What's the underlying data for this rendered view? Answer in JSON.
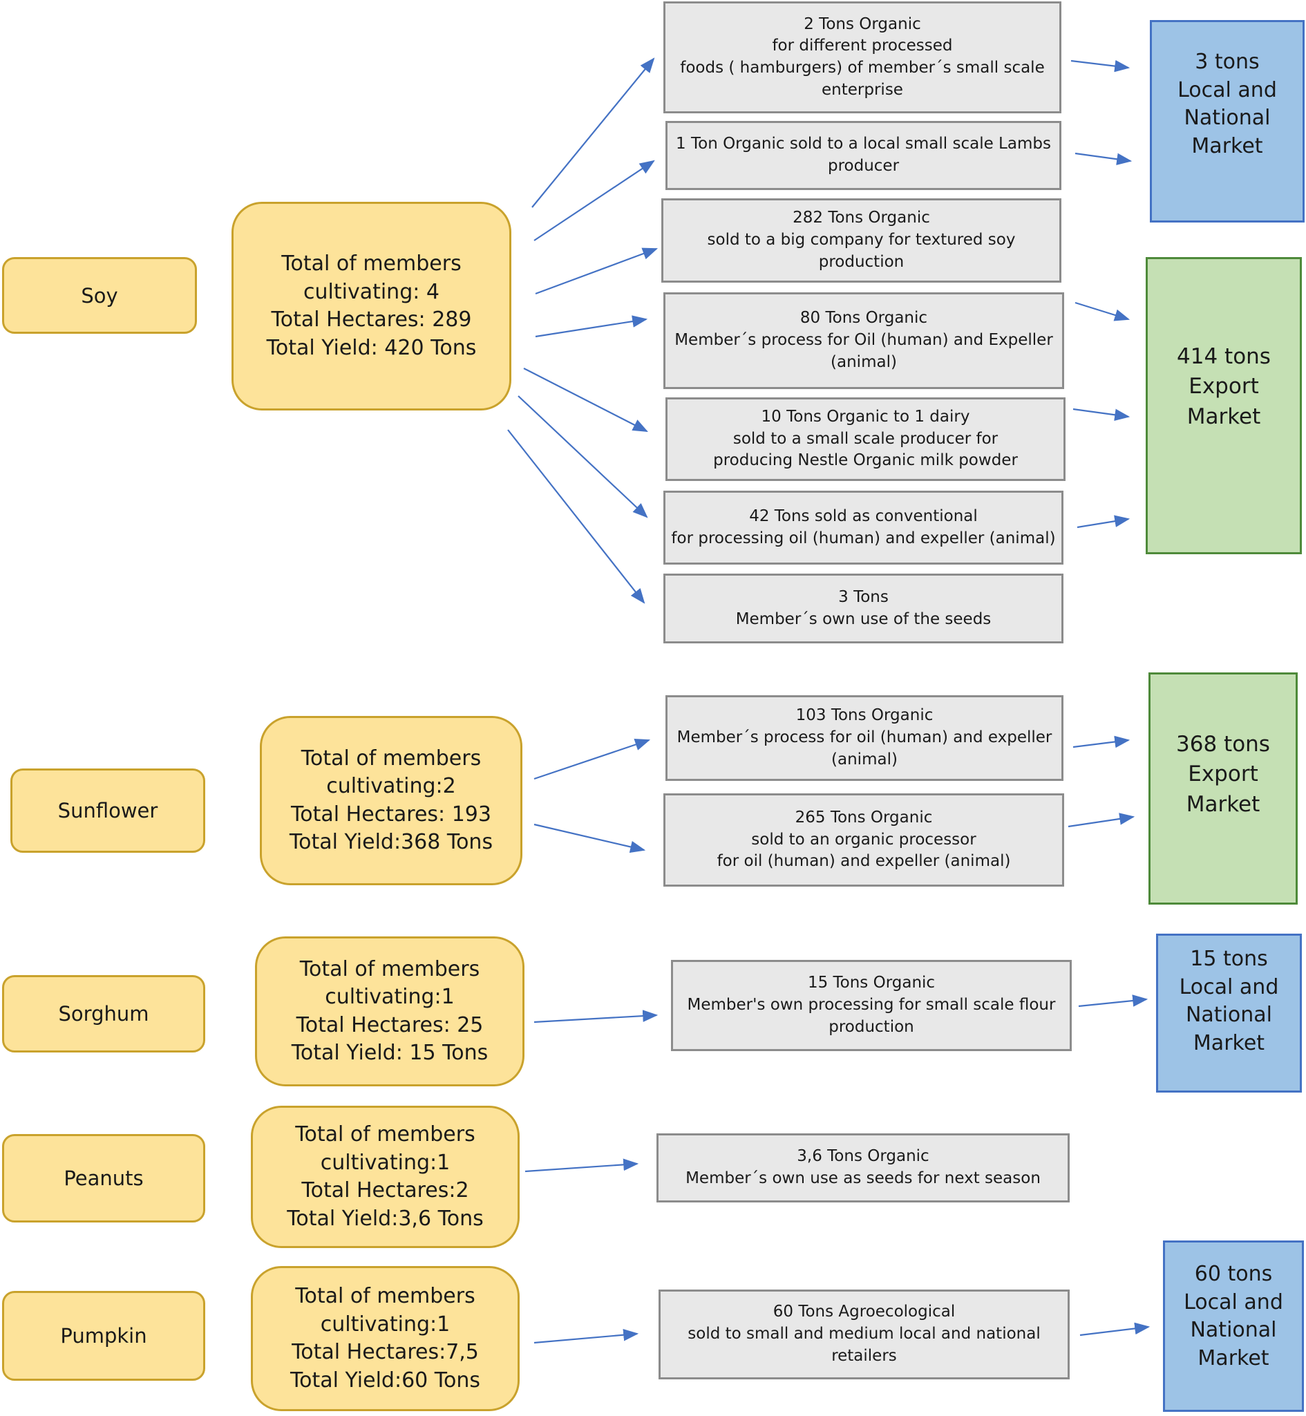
{
  "colors": {
    "crop_fill": "#fde39a",
    "crop_border": "#c9a22c",
    "flow_fill": "#e8e8e8",
    "flow_border": "#8c8c8c",
    "local_market_fill": "#9dc3e6",
    "local_market_border": "#4472c4",
    "export_market_fill": "#c5e0b4",
    "export_market_border": "#4e8a3a",
    "arrow": "#4472c4"
  },
  "crops": {
    "soy": {
      "label": "Soy",
      "summary": "Total of members\ncultivating: 4\nTotal Hectares: 289\nTotal Yield: 420 Tons"
    },
    "sunflower": {
      "label": "Sunflower",
      "summary": "Total of members\ncultivating:2\nTotal Hectares: 193\nTotal Yield:368 Tons"
    },
    "sorghum": {
      "label": "Sorghum",
      "summary": "Total of members\ncultivating:1\nTotal Hectares: 25\nTotal Yield: 15 Tons"
    },
    "peanuts": {
      "label": "Peanuts",
      "summary": "Total of members\ncultivating:1\nTotal Hectares:2\nTotal Yield:3,6 Tons"
    },
    "pumpkin": {
      "label": "Pumpkin",
      "summary": "Total of members\ncultivating:1\nTotal Hectares:7,5\nTotal Yield:60 Tons"
    }
  },
  "flows": {
    "soy": [
      "2 Tons Organic\nfor different processed\nfoods ( hamburgers) of member´s small scale\nenterprise",
      "1 Ton Organic sold to a local small scale Lambs\nproducer",
      "282 Tons Organic\nsold to a big company for textured soy\nproduction",
      "80 Tons Organic\nMember´s process for Oil (human) and Expeller\n(animal)",
      "10 Tons Organic to 1 dairy\n        sold to a small scale producer for\nproducing Nestle  Organic milk powder",
      "42 Tons sold as conventional\nfor  processing oil (human) and expeller (animal)",
      "3 Tons\nMember´s own use of the seeds"
    ],
    "sunflower": [
      "103 Tons Organic\nMember´s process for oil (human) and expeller\n(animal)",
      "265 Tons Organic\nsold to an organic processor\nfor oil (human) and expeller (animal)"
    ],
    "sorghum": [
      "15  Tons Organic\nMember's own processing for small scale flour\nproduction"
    ],
    "peanuts": [
      "3,6 Tons  Organic\nMember´s own use as seeds for next season"
    ],
    "pumpkin": [
      "60 Tons Agroecological\nsold to small and medium local and national\nretailers"
    ]
  },
  "markets": {
    "soy_local": "3 tons\nLocal and\nNational\nMarket",
    "soy_export": "414 tons\nExport\nMarket",
    "sunflower_export": "368 tons\nExport\nMarket",
    "sorghum_local": "15 tons\nLocal and\nNational\nMarket",
    "pumpkin_local": "60 tons\nLocal and\nNational\nMarket"
  }
}
